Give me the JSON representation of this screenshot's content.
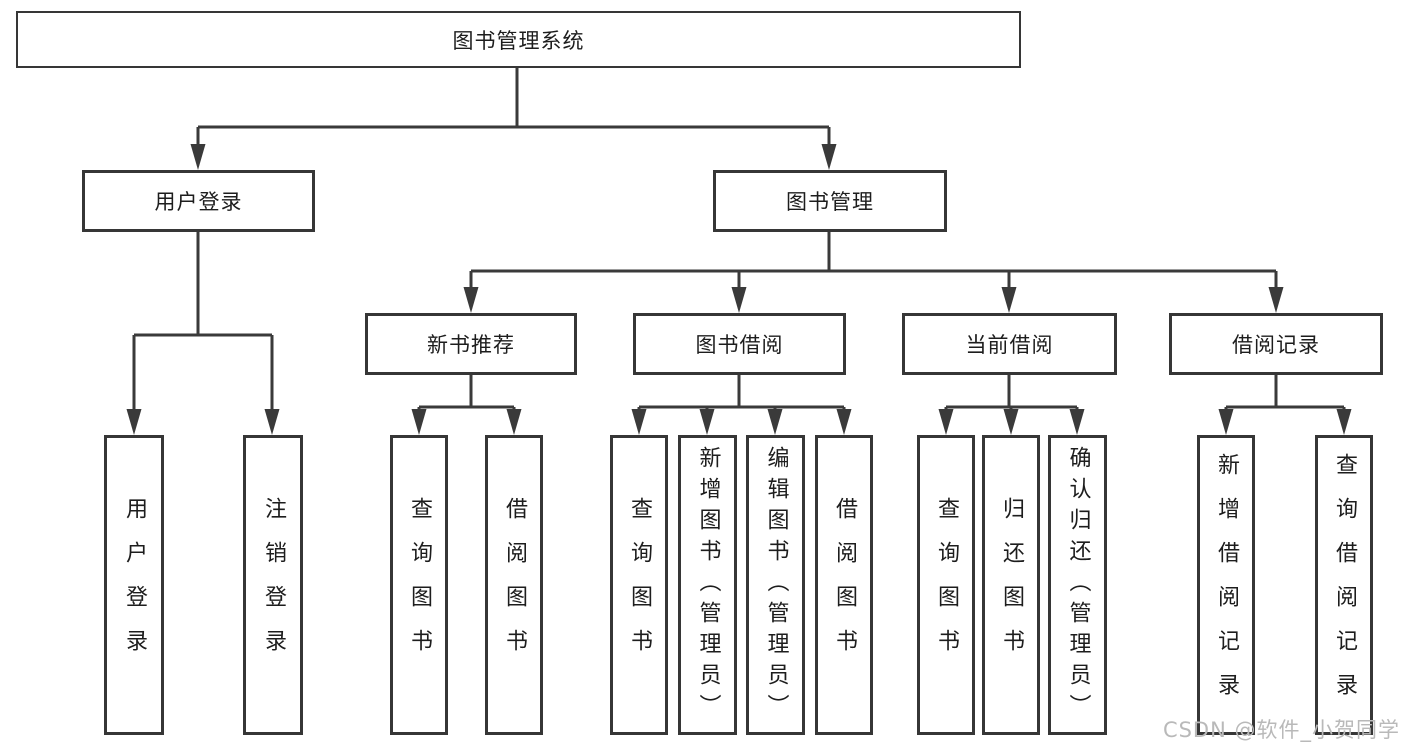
{
  "title": "图书管理系统",
  "watermark": "CSDN @软件_小贺同学",
  "colors": {
    "line": "#3a3a3a",
    "box_border": "#363636",
    "text": "#1d1d1d",
    "watermark": "#b9b9b9",
    "background": "#ffffff"
  },
  "tree": {
    "label": "图书管理系统",
    "children": [
      {
        "label": "用户登录",
        "children": [
          {
            "label": "用户登录"
          },
          {
            "label": "注销登录"
          }
        ]
      },
      {
        "label": "图书管理",
        "children": [
          {
            "label": "新书推荐",
            "children": [
              {
                "label": "查询图书"
              },
              {
                "label": "借阅图书"
              }
            ]
          },
          {
            "label": "图书借阅",
            "children": [
              {
                "label": "查询图书"
              },
              {
                "label": "新增图书（管理员）"
              },
              {
                "label": "编辑图书（管理员）"
              },
              {
                "label": "借阅图书"
              }
            ]
          },
          {
            "label": "当前借阅",
            "children": [
              {
                "label": "查询图书"
              },
              {
                "label": "归还图书"
              },
              {
                "label": "确认归还（管理员）"
              }
            ]
          },
          {
            "label": "借阅记录",
            "children": [
              {
                "label": "新增借阅记录"
              },
              {
                "label": "查询借阅记录"
              }
            ]
          }
        ]
      }
    ]
  }
}
